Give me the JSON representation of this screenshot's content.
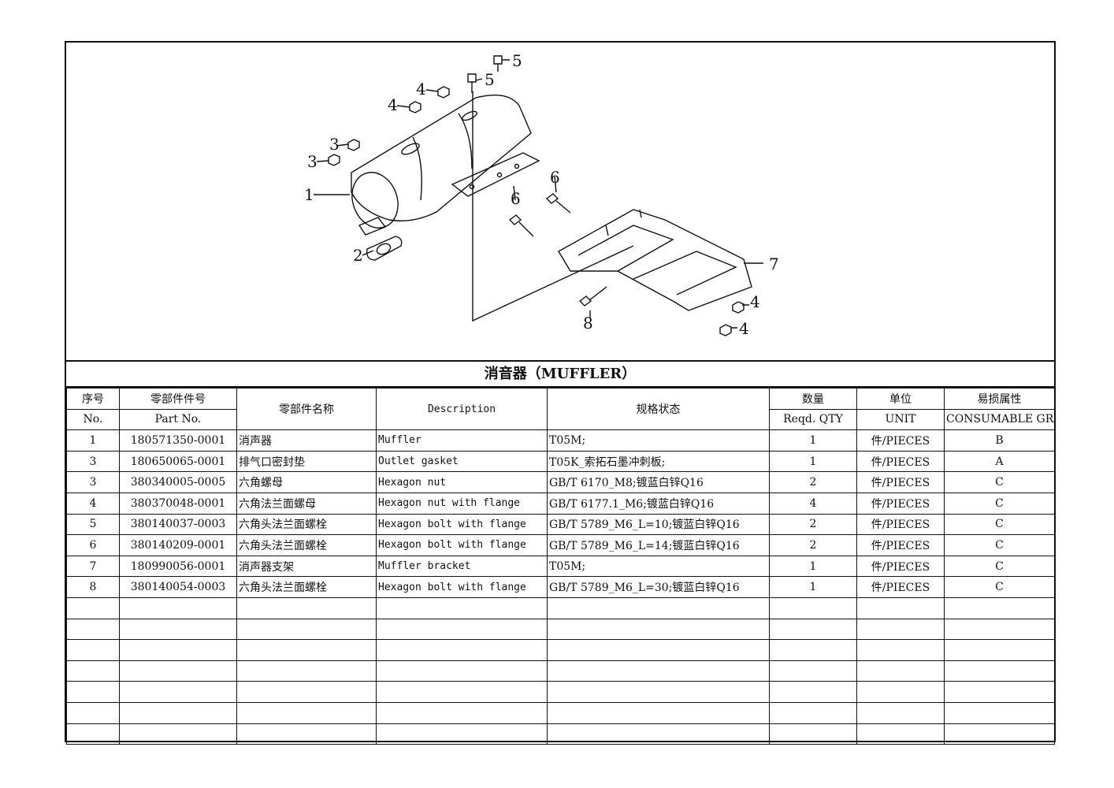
{
  "title": "消音器（MUFFLER）",
  "callouts": [
    "1",
    "2",
    "3",
    "3",
    "4",
    "4",
    "4",
    "4",
    "5",
    "5",
    "6",
    "6",
    "7",
    "8"
  ],
  "headers": {
    "no_cn": "序号",
    "no_en": "No.",
    "part_cn": "零部件件号",
    "part_en": "Part No.",
    "name_cn": "零部件名称",
    "desc": "Description",
    "spec_cn": "规格状态",
    "qty_cn": "数量",
    "qty_en": "Reqd. QTY",
    "unit_cn": "单位",
    "unit_en": "UNIT",
    "grade_cn": "易损属性",
    "grade_en": "CONSUMABLE GRADE"
  },
  "rows": [
    {
      "no": "1",
      "part": "180571350-0001",
      "name": "消声器",
      "desc": "Muffler",
      "spec": "T05M;",
      "qty": "1",
      "unit": "件/PIECES",
      "grade": "B"
    },
    {
      "no": "3",
      "part": "180650065-0001",
      "name": "排气口密封垫",
      "desc": "Outlet gasket",
      "spec": "T05K_索拓石墨冲刺板;",
      "qty": "1",
      "unit": "件/PIECES",
      "grade": "A"
    },
    {
      "no": "3",
      "part": "380340005-0005",
      "name": "六角螺母",
      "desc": "Hexagon nut",
      "spec": "GB/T 6170_M8;镀蓝白锌Q16",
      "qty": "2",
      "unit": "件/PIECES",
      "grade": "C"
    },
    {
      "no": "4",
      "part": "380370048-0001",
      "name": "六角法兰面螺母",
      "desc": "Hexagon nut with flange",
      "spec": "GB/T 6177.1_M6;镀蓝白锌Q16",
      "qty": "4",
      "unit": "件/PIECES",
      "grade": "C"
    },
    {
      "no": "5",
      "part": "380140037-0003",
      "name": "六角头法兰面螺栓",
      "desc": "Hexagon bolt with flange",
      "spec": "GB/T 5789_M6_L=10;镀蓝白锌Q16",
      "qty": "2",
      "unit": "件/PIECES",
      "grade": "C"
    },
    {
      "no": "6",
      "part": "380140209-0001",
      "name": "六角头法兰面螺栓",
      "desc": "Hexagon bolt with flange",
      "spec": "GB/T 5789_M6_L=14;镀蓝白锌Q16",
      "qty": "2",
      "unit": "件/PIECES",
      "grade": "C"
    },
    {
      "no": "7",
      "part": "180990056-0001",
      "name": "消声器支架",
      "desc": "Muffler bracket",
      "spec": "T05M;",
      "qty": "1",
      "unit": "件/PIECES",
      "grade": "C"
    },
    {
      "no": "8",
      "part": "380140054-0003",
      "name": "六角头法兰面螺栓",
      "desc": "Hexagon bolt with flange",
      "spec": "GB/T 5789_M6_L=30;镀蓝白锌Q16",
      "qty": "1",
      "unit": "件/PIECES",
      "grade": "C"
    }
  ],
  "empty_rows": 7
}
